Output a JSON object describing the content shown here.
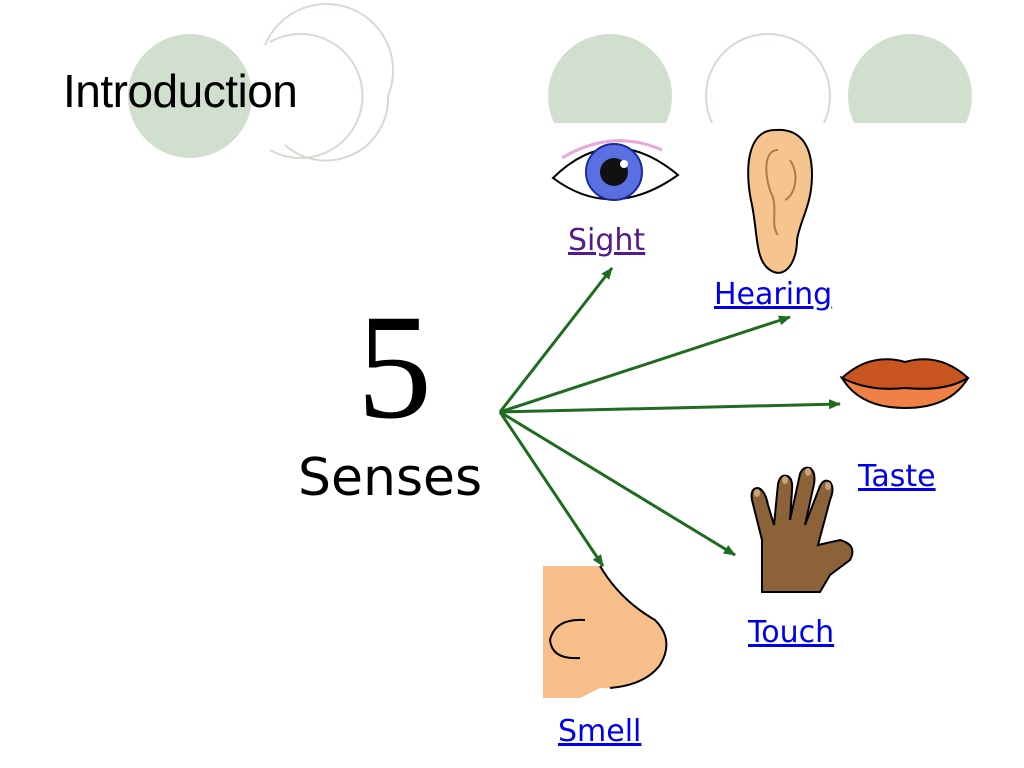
{
  "slide": {
    "title": "Introduction"
  },
  "diagram": {
    "number": "5",
    "label": "Senses",
    "senses": [
      {
        "key": "sight",
        "label": "Sight",
        "icon": "eye-icon"
      },
      {
        "key": "hearing",
        "label": "Hearing",
        "icon": "ear-icon"
      },
      {
        "key": "taste",
        "label": "Taste",
        "icon": "lips-icon"
      },
      {
        "key": "touch",
        "label": "Touch",
        "icon": "hand-icon"
      },
      {
        "key": "smell",
        "label": "Smell",
        "icon": "nose-icon"
      }
    ]
  },
  "colors": {
    "circle_fill": "#d1dfcf",
    "circle_outline": "#d4dcd2",
    "arrow": "#1f6b1f",
    "link": "#0000ee",
    "visited_link": "#551a8b"
  }
}
